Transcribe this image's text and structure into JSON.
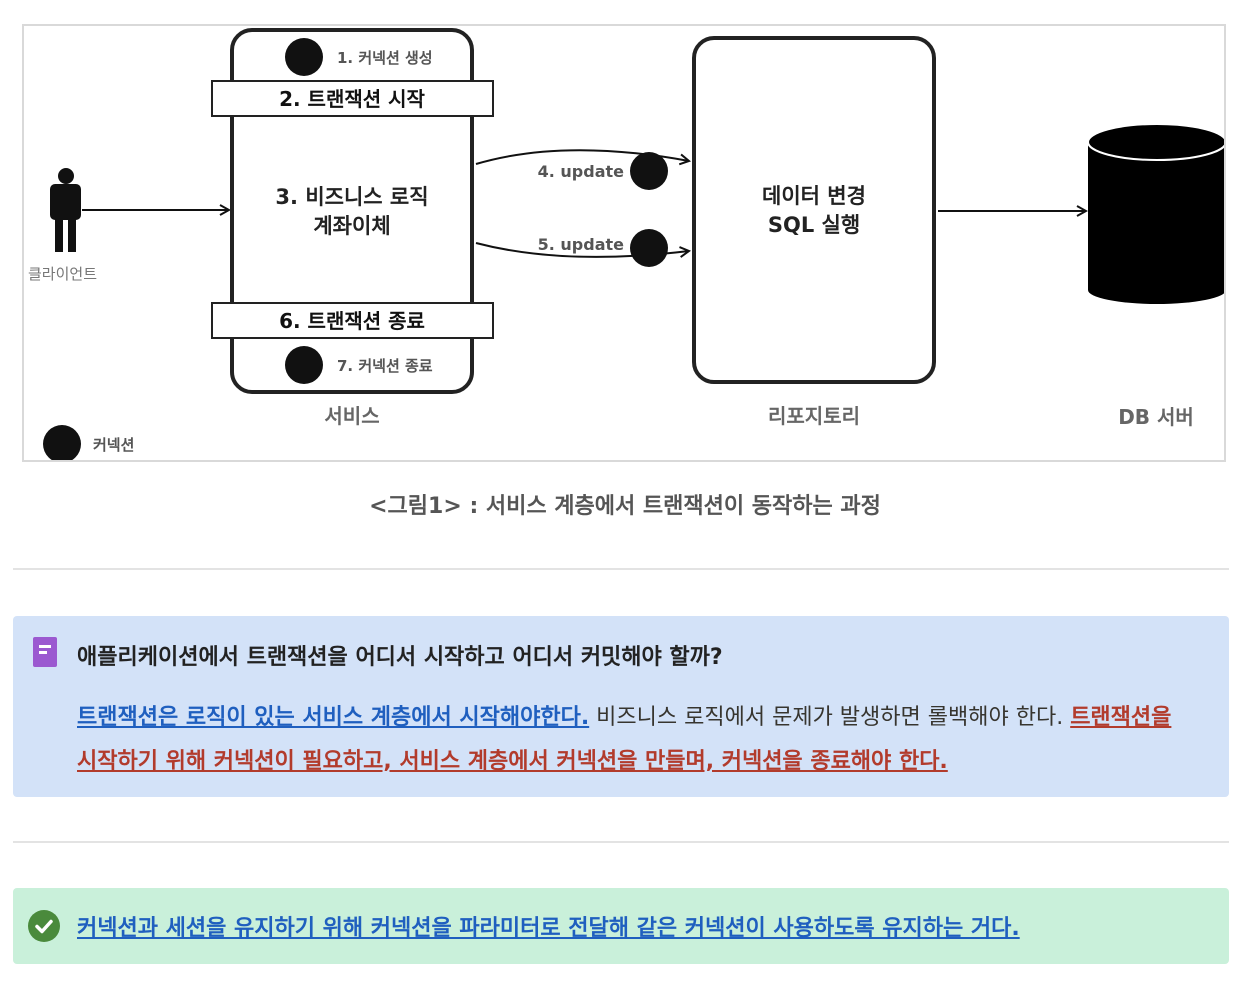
{
  "figure": {
    "steps": {
      "create": "1. 커넥션 생성",
      "start": "2. 트랜잭션 시작",
      "logic_line1": "3. 비즈니스 로직",
      "logic_line2": "계좌이체",
      "update4": "4. update",
      "update5": "5. update",
      "end": "6. 트랜잭션 종료",
      "close": "7. 커넥션 종료"
    },
    "repo_line1": "데이터 변경",
    "repo_line2": "SQL 실행",
    "labels": {
      "client": "클라이언트",
      "service": "서비스",
      "repository": "리포지토리",
      "db": "DB 서버",
      "legend": "커넥션"
    }
  },
  "caption": "<그림1> : 서비스 계층에서 트랜잭션이 동작하는 과정",
  "callout_info": {
    "title": "애플리케이션에서 트랜잭션을 어디서 시작하고 어디서 커밋해야 할까?",
    "body_link1": "트랜잭션은 로직이 있는 서비스 계층에서 시작해야한다.",
    "body_text": " 비즈니스 로직에서 문제가 발생하면 롤백해야 한다. ",
    "body_link2": "트랜잭션을 시작하기 위해 커넥션이 필요하고, 서비스 계층에서 커넥션을 만들며, 커넥션을 종료해야 한다."
  },
  "callout_success": {
    "text": "커넥션과 세션을 유지하기 위해 커넥션을 파라미터로 전달해 같은 커넥션이 사용하도록 유지하는 거다."
  },
  "colors": {
    "info_bg": "#d3e2f8",
    "success_bg": "#c9f0da",
    "link_blue": "#1f5fbf",
    "link_red": "#b23b2c",
    "note_icon": "#9b59d0",
    "check_icon": "#4a8a3c"
  }
}
